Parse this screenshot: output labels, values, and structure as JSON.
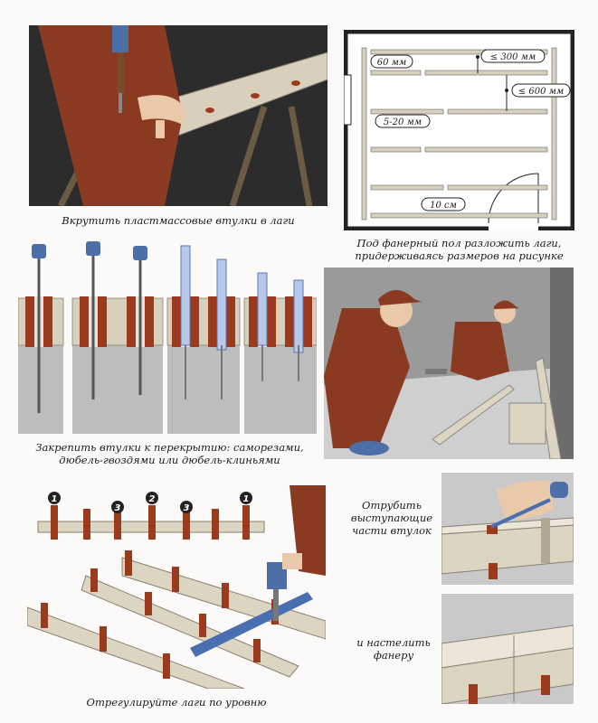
{
  "captions": {
    "screw_bushings": "Вкрутить пластмассовые втулки в лаги",
    "lay_joists_1": "Под фанерный пол разложить лаги,",
    "lay_joists_2": "придерживаясь размеров на рисунке",
    "fix_bushings_1": "Закрепить втулки к перекрытию: саморезами,",
    "fix_bushings_2": "дюбель-гвоздями или дюбель-клиньями",
    "level_joists": "Отрегулируйте лаги по уровню",
    "cut_bushings_1": "Отрубить",
    "cut_bushings_2": "выступающие",
    "cut_bushings_3": "части втулок",
    "lay_plywood_1": "и настелить",
    "lay_plywood_2": "фанеру"
  },
  "plan_dimensions": {
    "gap_wall": "60 мм",
    "max_bushing_spacing": "≤ 300 мм",
    "max_joist_spacing": "≤ 600 мм",
    "joist_gap": "5-20 мм",
    "end_offset": "10 см"
  },
  "order_numbers": [
    "1",
    "3",
    "2",
    "3",
    "1"
  ],
  "colors": {
    "workwear": "#8b3a22",
    "wood": "#dcd5c2",
    "bushing": "#9c3a1e",
    "concrete": "#b9b9b9",
    "floor": "#cfcfcf",
    "level": "#4a6fb0"
  }
}
